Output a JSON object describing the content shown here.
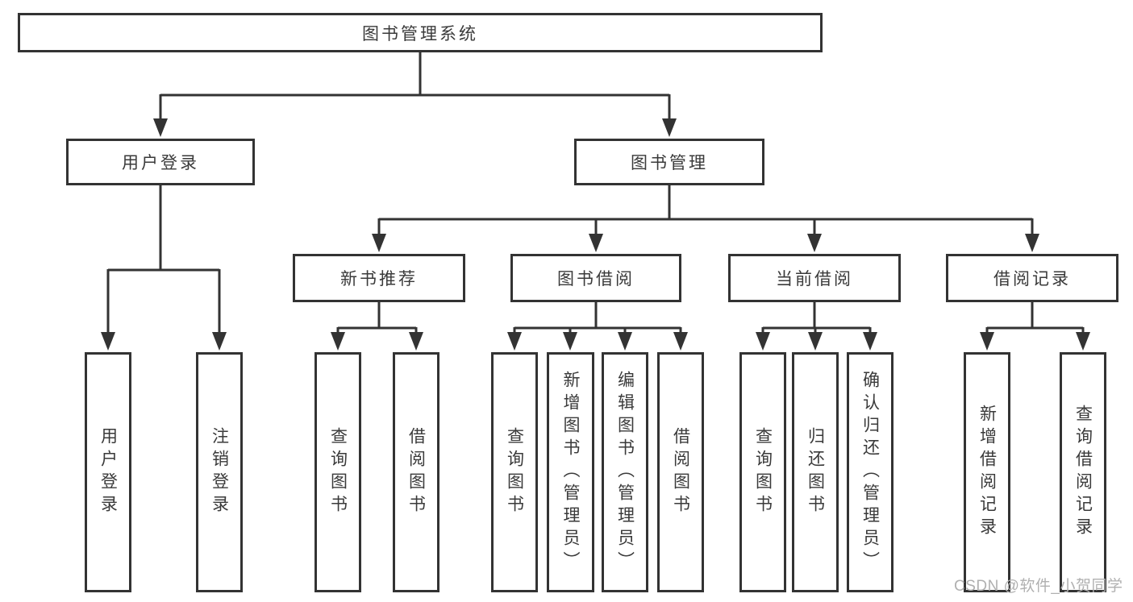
{
  "diagram": {
    "title": "图书管理系统",
    "tree": {
      "label": "图书管理系统",
      "children": [
        {
          "label": "用户登录",
          "children": [
            {
              "label": "用户登录"
            },
            {
              "label": "注销登录"
            }
          ]
        },
        {
          "label": "图书管理",
          "children": [
            {
              "label": "新书推荐",
              "children": [
                {
                  "label": "查询图书"
                },
                {
                  "label": "借阅图书"
                }
              ]
            },
            {
              "label": "图书借阅",
              "children": [
                {
                  "label": "查询图书"
                },
                {
                  "label": "新增图书（管理员）"
                },
                {
                  "label": "编辑图书（管理员）"
                },
                {
                  "label": "借阅图书"
                }
              ]
            },
            {
              "label": "当前借阅",
              "children": [
                {
                  "label": "查询图书"
                },
                {
                  "label": "归还图书"
                },
                {
                  "label": "确认归还（管理员）"
                }
              ]
            },
            {
              "label": "借阅记录",
              "children": [
                {
                  "label": "新增借阅记录"
                },
                {
                  "label": "查询借阅记录"
                }
              ]
            }
          ]
        }
      ]
    },
    "colors": {
      "line": "#333333",
      "box_border": "#333333",
      "box_fill": "#ffffff",
      "text": "#3a3a3a",
      "watermark": "#b0b0b0",
      "background": "#ffffff"
    }
  },
  "watermark": "CSDN @软件_小贺同学"
}
